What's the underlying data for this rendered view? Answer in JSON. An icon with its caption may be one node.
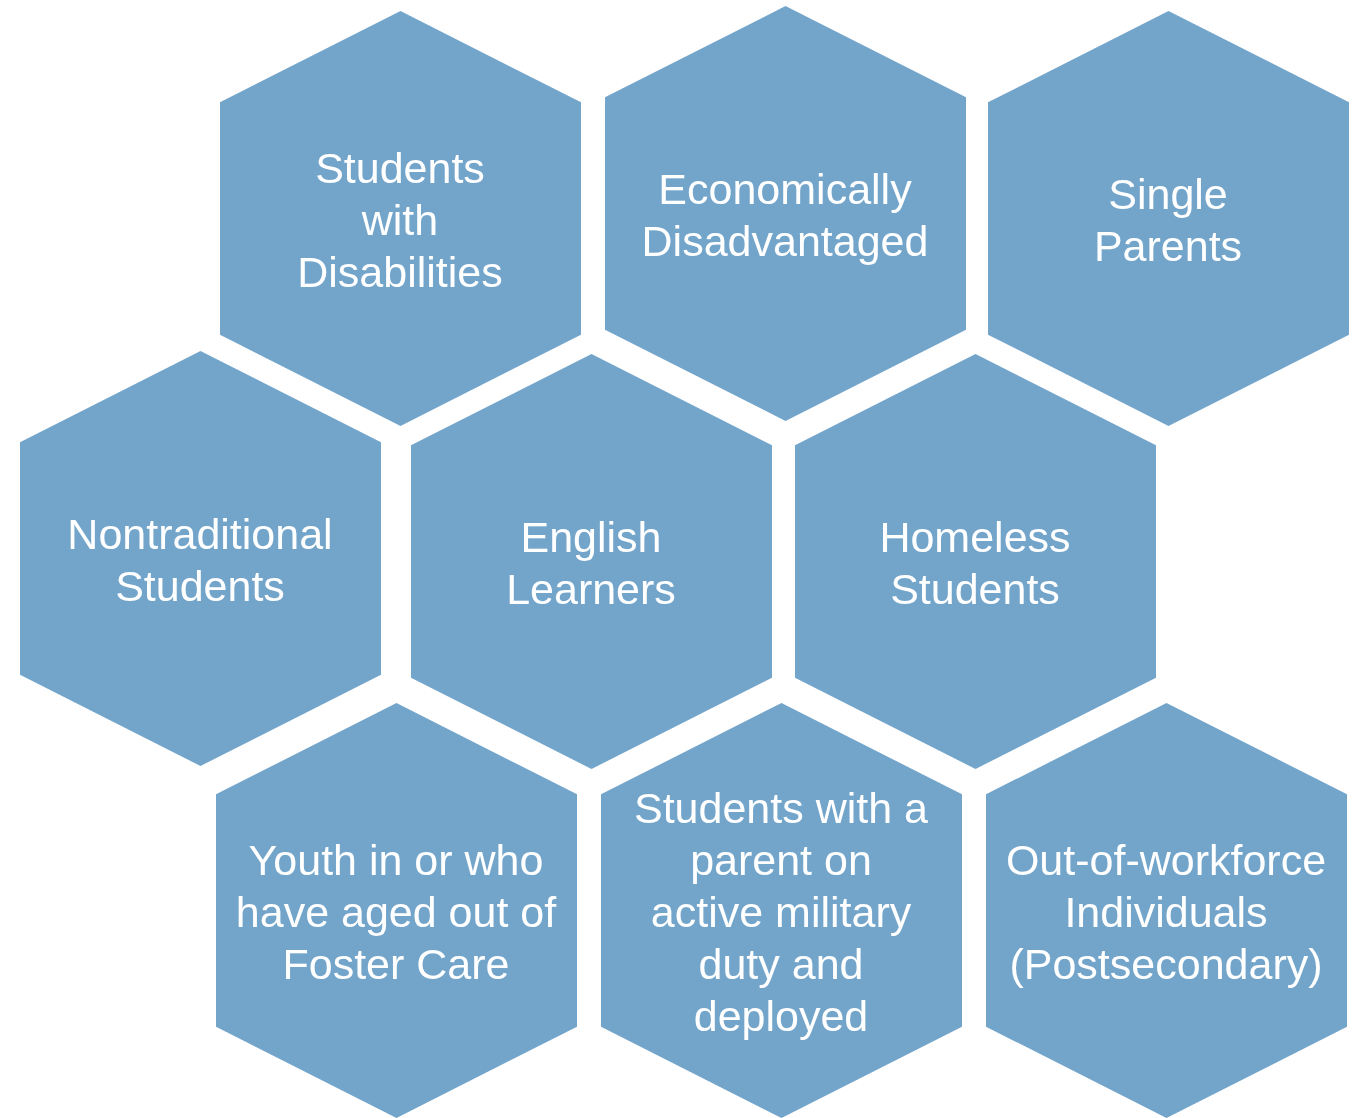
{
  "diagram": {
    "nodes": [
      {
        "text": [
          "Students with Disabilities"
        ]
      },
      {
        "text": [
          "Economically Disadvantaged"
        ]
      },
      {
        "text": [
          "Single Parents"
        ]
      },
      {
        "text": [
          "Nontraditional Students"
        ]
      },
      {
        "text": [
          "English Learners"
        ]
      },
      {
        "text": [
          "Homeless Students"
        ]
      },
      {
        "text": [
          "Youth in or who have aged out of Foster Care"
        ]
      },
      {
        "text": [
          "Students with a parent on active military duty and deployed"
        ]
      },
      {
        "text": [
          "Out-of-workforce Individuals (Postsecondary)"
        ]
      }
    ]
  }
}
